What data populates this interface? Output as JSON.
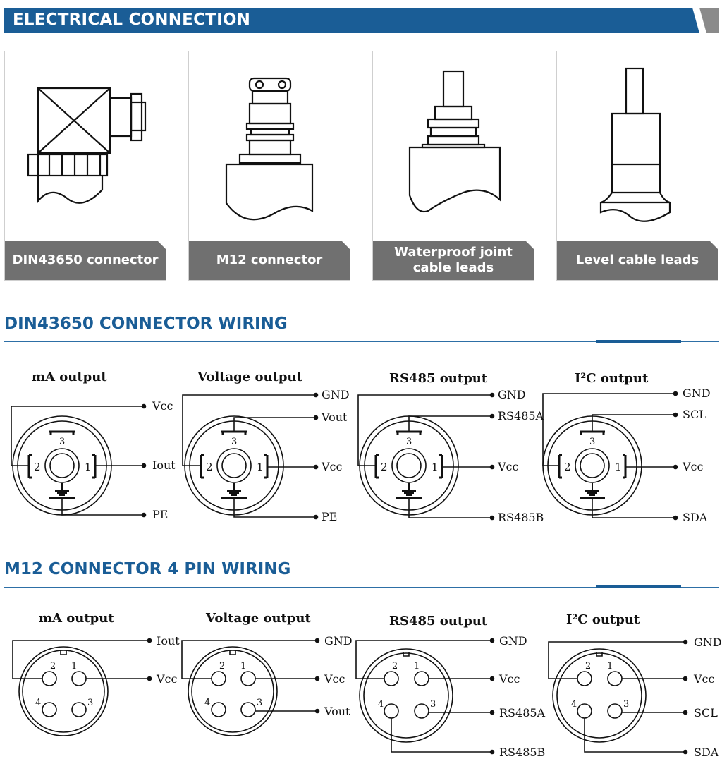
{
  "header": {
    "title": "ELECTRICAL CONNECTION"
  },
  "connectors": [
    {
      "label": "DIN43650 connector",
      "icon": "din43650-connector-icon"
    },
    {
      "label": "M12 connector",
      "icon": "m12-connector-icon"
    },
    {
      "label": "Waterproof joint cable leads",
      "icon": "waterproof-joint-icon"
    },
    {
      "label": "Level cable leads",
      "icon": "level-cable-icon"
    }
  ],
  "din_wiring": {
    "title": "DIN43650 CONNECTOR WIRING",
    "diagrams": [
      {
        "title": "mA output",
        "pins": [
          "Vcc",
          "Iout",
          "PE"
        ]
      },
      {
        "title": "Voltage output",
        "pins": [
          "GND",
          "Vout",
          "Vcc",
          "PE"
        ]
      },
      {
        "title": "RS485 output",
        "pins": [
          "GND",
          "RS485A",
          "Vcc",
          "RS485B"
        ]
      },
      {
        "title": "I²C output",
        "pins": [
          "GND",
          "SCL",
          "Vcc",
          "SDA"
        ]
      }
    ]
  },
  "m12_wiring": {
    "title": "M12 CONNECTOR 4 PIN WIRING",
    "diagrams": [
      {
        "title": "mA output",
        "pins": [
          "Iout",
          "Vcc"
        ]
      },
      {
        "title": "Voltage output",
        "pins": [
          "GND",
          "Vcc",
          "Vout"
        ]
      },
      {
        "title": "RS485 output",
        "pins": [
          "GND",
          "Vcc",
          "RS485A",
          "RS485B"
        ]
      },
      {
        "title": "I²C output",
        "pins": [
          "GND",
          "Vcc",
          "SCL",
          "SDA"
        ]
      }
    ]
  },
  "pin_numbers": [
    "1",
    "2",
    "3",
    "4"
  ],
  "colors": {
    "brand_blue": "#1a5d96",
    "label_grey": "#707070"
  }
}
